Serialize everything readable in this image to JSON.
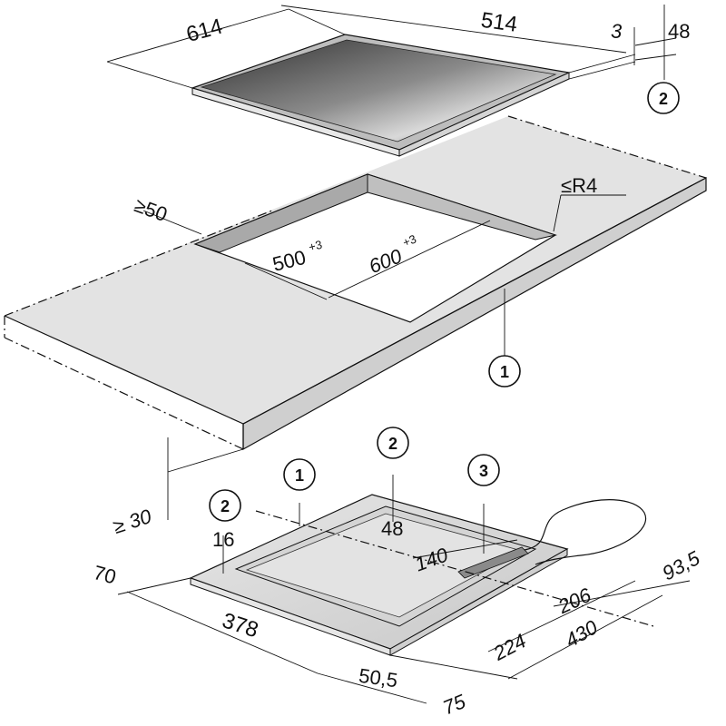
{
  "dimensions": {
    "hob_depth": "614",
    "hob_width": "514",
    "frame_thickness": "3",
    "hob_height": "48",
    "min_back_distance": "≥50",
    "corner_radius": "≤R4",
    "cutout_depth_base": "500",
    "cutout_depth_tol": "+3",
    "cutout_width_base": "600",
    "cutout_width_tol": "+3",
    "min_worktop_thickness": "≥ 30",
    "bottom_16": "16",
    "bottom_48": "48",
    "bottom_140": "140",
    "bottom_70": "70",
    "bottom_378": "378",
    "bottom_50_5": "50,5",
    "bottom_75": "75",
    "bottom_224": "224",
    "bottom_206": "206",
    "bottom_430": "430",
    "bottom_93_5": "93,5"
  },
  "callouts": {
    "top_2": "2",
    "worktop_1": "1",
    "bottom_1": "1",
    "bottom_2_left": "2",
    "bottom_2_top": "2",
    "bottom_3": "3"
  },
  "colors": {
    "line": "#111111",
    "worktop": "#e3e3e3",
    "glass_dark": "#3a3a3a",
    "glass_light": "#cfcfcf",
    "unit_body": "#d6d6d6"
  }
}
